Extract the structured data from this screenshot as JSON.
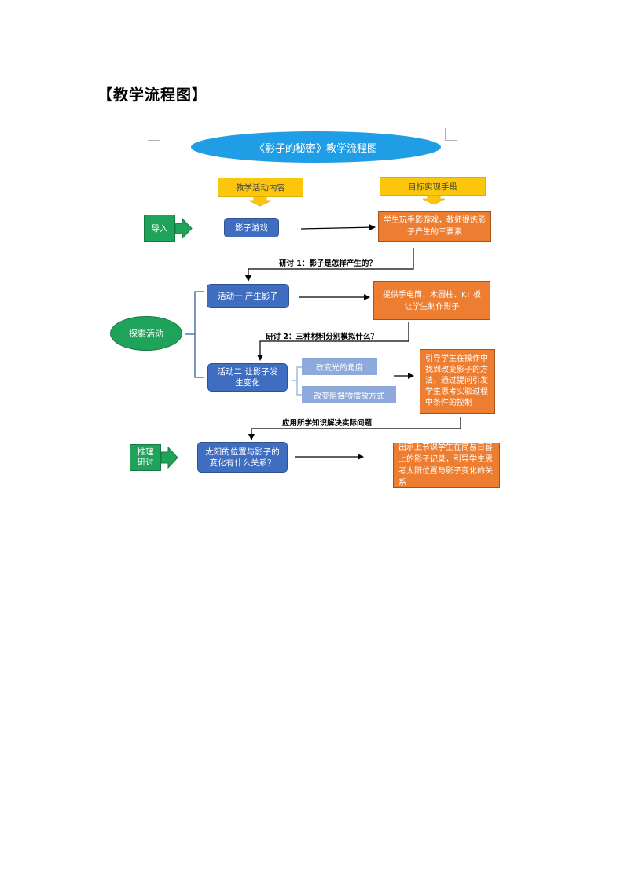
{
  "heading": "【教学流程图】",
  "title": "《影子的秘密》教学流程图",
  "column_headers": {
    "left": "教学活动内容",
    "right": "目标实现手段"
  },
  "stages": {
    "intro": "导入",
    "explore": "探索活动",
    "reason_line1": "推理",
    "reason_line2": "研讨"
  },
  "activities": {
    "shadow_game": "影子游戏",
    "activity1": "活动一  产生影子",
    "activity2": "活动二  让影子发生变化",
    "sun_question": "太阳的位置与影子的变化有什么关系？"
  },
  "sub_options": {
    "light_angle": "改变光的角度",
    "obstacle_placement": "改变阻挡物摆放方式"
  },
  "means": {
    "m1": "学生玩手影游戏，教师提炼影子产生的三要素",
    "m2": "提供手电筒、木圆柱、KT 板让学生制作影子",
    "m3": "引导学生在操作中找到改变影子的方法，通过提问引发学生思考实验过程中条件的控制",
    "m4": "出示上节课学生在简易日晷上的影子记录，引导学生思考太阳位置与影子变化的关系"
  },
  "transitions": {
    "t1": "研讨 1：影子是怎样产生的？",
    "t2": "研讨 2：三种材料分别模拟什么？",
    "t3": "应用所学知识解决实际问题"
  },
  "colors": {
    "banner": "#1f9ee6",
    "header_yellow": "#fcc60c",
    "activity_blue": "#3f6dc0",
    "means_orange": "#ed7d31",
    "stage_green": "#1fa35a",
    "option_lightblue": "#8ea9db"
  }
}
